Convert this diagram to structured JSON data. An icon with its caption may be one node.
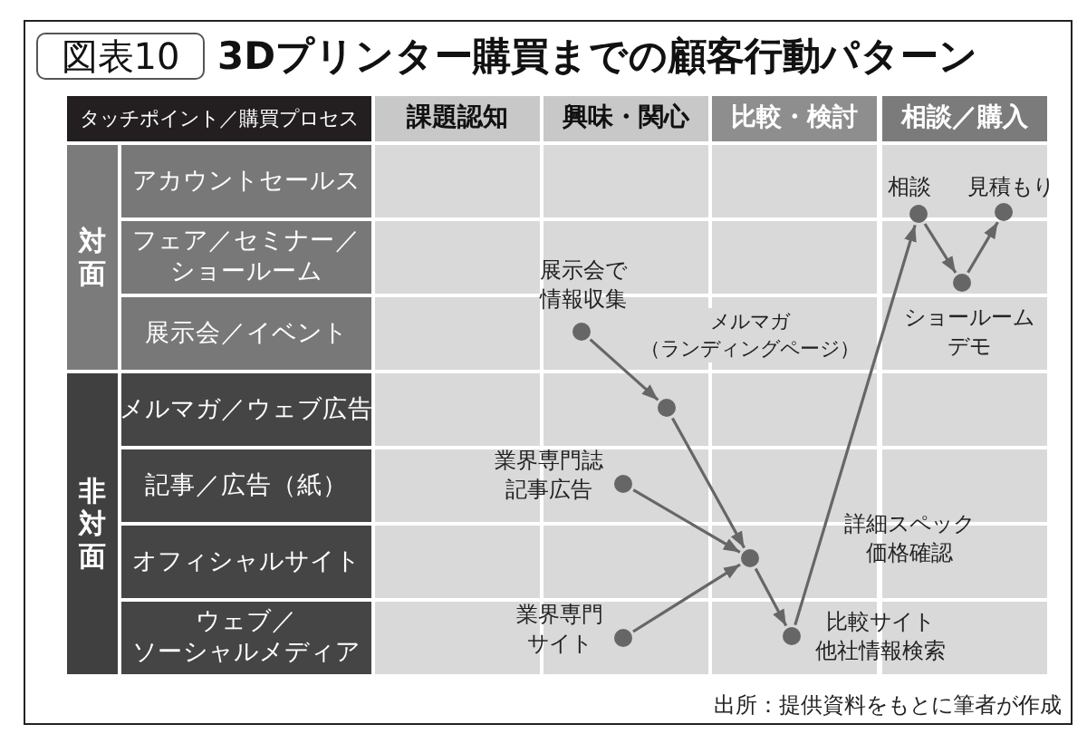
{
  "diagram": {
    "title": "3Dプリンター購買までの顧客行動パターン",
    "caption": "出所：提供資料をもとに筆者が作成",
    "nodes": [
      {
        "text": [],
        "shape": "circle",
        "beside": [
          "相談"
        ]
      },
      {
        "text": [],
        "shape": "circle",
        "beside": [
          "見積もり"
        ]
      },
      {
        "text": [],
        "shape": "circle",
        "beside": [
          "ショールームデモ"
        ]
      },
      {
        "text": [],
        "shape": "circle",
        "beside": [
          "展示会で情報収集"
        ]
      },
      {
        "text": [],
        "shape": "circle",
        "beside": [
          "メルマガ（ランディングページ）"
        ]
      },
      {
        "text": [],
        "shape": "circle",
        "beside": [
          "業界専門誌記事広告"
        ]
      },
      {
        "text": [],
        "shape": "circle",
        "beside": [
          "詳細スペック価格確認"
        ]
      },
      {
        "text": [],
        "shape": "circle",
        "beside": [
          "業界専門サイト"
        ]
      },
      {
        "text": [],
        "shape": "circle",
        "beside": [
          "比較サイト他社情報検索"
        ]
      }
    ],
    "edges": [
      {
        "from": 3,
        "to": 4,
        "arrow": "to"
      },
      {
        "from": 4,
        "to": 6,
        "arrow": "to"
      },
      {
        "from": 5,
        "to": 6,
        "arrow": "to"
      },
      {
        "from": 7,
        "to": 6,
        "arrow": "to"
      },
      {
        "from": 6,
        "to": 8,
        "arrow": "to"
      },
      {
        "from": 8,
        "to": 0,
        "arrow": "to"
      },
      {
        "from": 0,
        "to": 2,
        "arrow": "to"
      },
      {
        "from": 2,
        "to": 1,
        "arrow": "to"
      }
    ],
    "labels": [
      "図表10",
      "タッチポイント／購買プロセス",
      "課題認知",
      "興味・関心",
      "比較・検討",
      "相談／購入",
      "対面",
      "アカウントセールス",
      "フェア／セミナー／ショールーム",
      "展示会／イベント",
      "非対面",
      "メルマガ／ウェブ広告",
      "記事／広告（紙）",
      "オフィシャルサイト",
      "ウェブ／ソーシャルメディア"
    ]
  }
}
